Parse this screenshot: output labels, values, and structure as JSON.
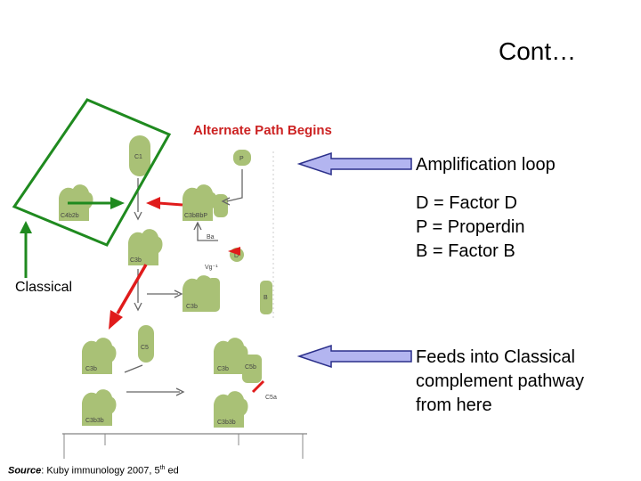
{
  "title": "Cont…",
  "alternate_label": "Alternate Path Begins",
  "classical_label": "Classical",
  "amplification": "Amplification loop",
  "legend": [
    "D = Factor D",
    "P = Properdin",
    "B = Factor B"
  ],
  "feeds": [
    "Feeds into Classical",
    "complement pathway",
    "from here"
  ],
  "source": {
    "prefix": "Source",
    "text": ": Kuby immunology 2007, 5",
    "sup": "th",
    "suffix": " ed"
  },
  "molecule_labels": {
    "c1": "C1",
    "p": "P",
    "c4b2b": "C4b2b",
    "c3bbbp": "C3bBbP",
    "ba": "Ba",
    "d": "D",
    "vg": "Vg⁻¹",
    "c3b_a": "C3b",
    "c3b_b": "C3b",
    "b": "B",
    "c5": "C5",
    "c3b_c": "C3b",
    "c3b3b_a": "C3b3b",
    "c3b_d": "C3b",
    "c5b": "C5b",
    "c5a": "C5a",
    "c3b3b_b": "C3b3b"
  },
  "colors": {
    "molecule": "#a9c176",
    "box": "#1f8a1f",
    "red_arrow": "#e01b1b",
    "blue_arrow": "#b3b5f0",
    "blue_arrow_stroke": "#2a2f8a",
    "alt_label": "#cc2222"
  }
}
